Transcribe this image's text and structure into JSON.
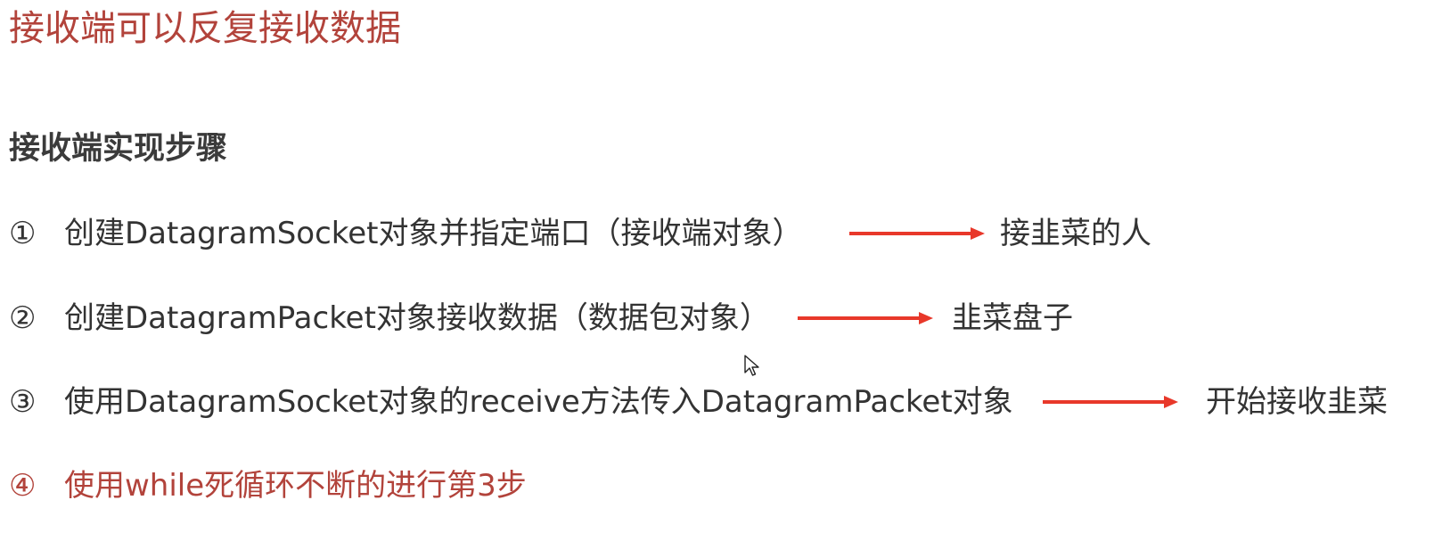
{
  "title": "接收端可以反复接收数据",
  "subheading": "接收端实现步骤",
  "steps": [
    {
      "num": "①",
      "text": "创建DatagramSocket对象并指定端口（接收端对象）",
      "note": "接韭菜的人"
    },
    {
      "num": "②",
      "text": "创建DatagramPacket对象接收数据（数据包对象）",
      "note": "韭菜盘子"
    },
    {
      "num": "③",
      "text": "使用DatagramSocket对象的receive方法传入DatagramPacket对象",
      "note": "开始接收韭菜"
    },
    {
      "num": "④",
      "text": "使用while死循环不断的进行第3步"
    }
  ],
  "colors": {
    "title": "#b2433b",
    "body_text": "#333333",
    "arrow": "#e8382a",
    "highlight": "#b2433b"
  },
  "icons": {
    "arrow": "right-arrow-icon",
    "cursor": "mouse-pointer-icon"
  }
}
